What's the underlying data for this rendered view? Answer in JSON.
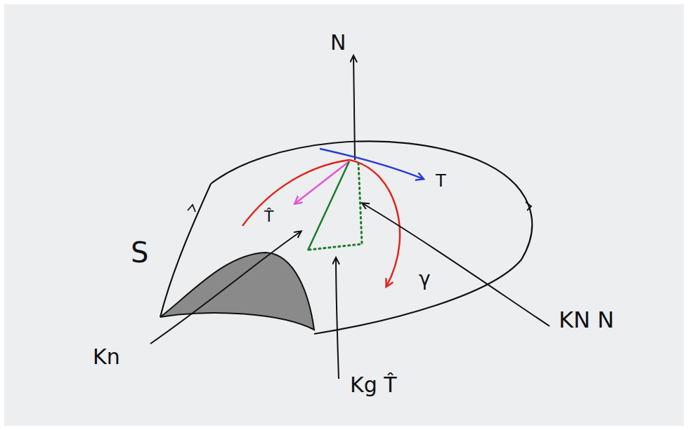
{
  "diagram": {
    "labels": [
      "N",
      "T",
      "T̂",
      "S",
      "γ",
      "Kn",
      "KN N",
      "Kg T̂"
    ]
  }
}
